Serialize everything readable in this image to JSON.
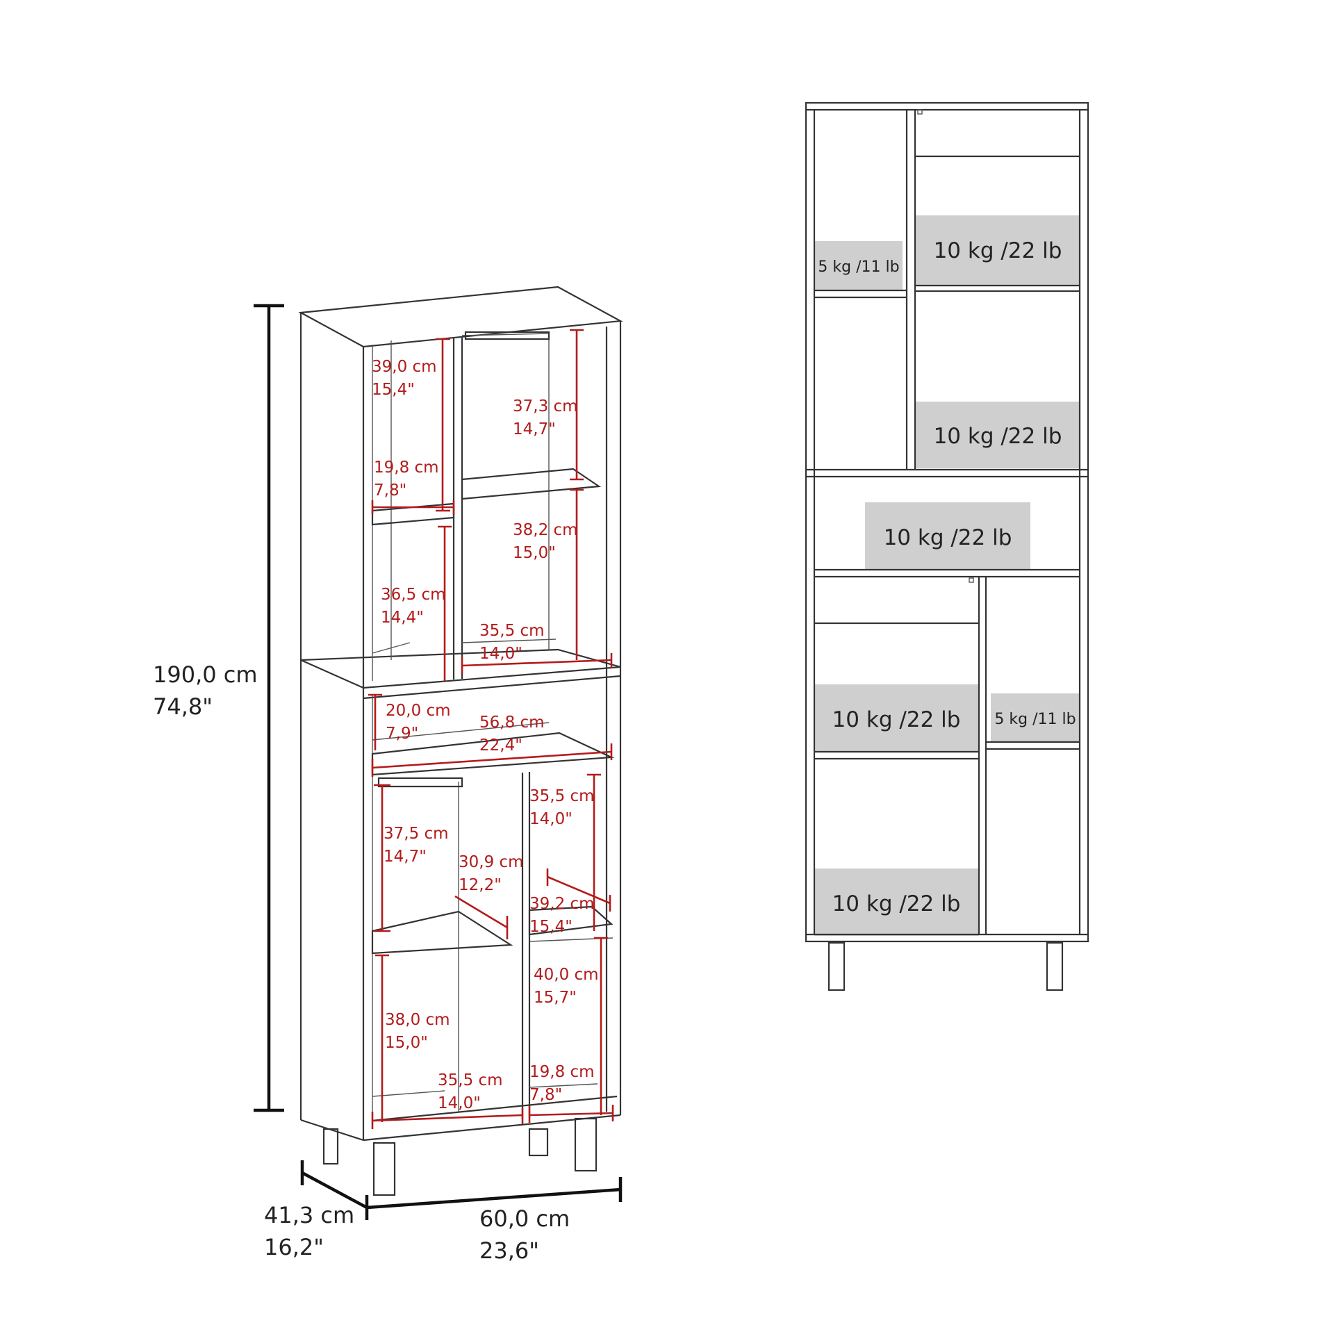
{
  "overall": {
    "height_cm": "190,0 cm",
    "height_in": "74,8\"",
    "depth_cm": "41,3 cm",
    "depth_in": "16,2\"",
    "width_cm": "60,0 cm",
    "width_in": "23,6\""
  },
  "inner": [
    {
      "cm": "39,0 cm",
      "in": "15,4\""
    },
    {
      "cm": "37,3 cm",
      "in": "14,7\""
    },
    {
      "cm": "19,8 cm",
      "in": "7,8\""
    },
    {
      "cm": "38,2 cm",
      "in": "15,0\""
    },
    {
      "cm": "36,5 cm",
      "in": "14,4\""
    },
    {
      "cm": "35,5 cm",
      "in": "14,0\""
    },
    {
      "cm": "20,0 cm",
      "in": "7,9\""
    },
    {
      "cm": "56,8 cm",
      "in": "22,4\""
    },
    {
      "cm": "35,5 cm",
      "in": "14,0\""
    },
    {
      "cm": "37,5 cm",
      "in": "14,7\""
    },
    {
      "cm": "30,9 cm",
      "in": "12,2\""
    },
    {
      "cm": "39,2 cm",
      "in": "15,4\""
    },
    {
      "cm": "40,0 cm",
      "in": "15,7\""
    },
    {
      "cm": "38,0 cm",
      "in": "15,0\""
    },
    {
      "cm": "35,5 cm",
      "in": "14,0\""
    },
    {
      "cm": "19,8 cm",
      "in": "7,8\""
    }
  ],
  "weights": [
    "5 kg /11 lb",
    "10 kg /22 lb",
    "10 kg /22 lb",
    "10 kg /22 lb",
    "10 kg /22 lb",
    "5 kg /11 lb",
    "10 kg /22 lb"
  ]
}
